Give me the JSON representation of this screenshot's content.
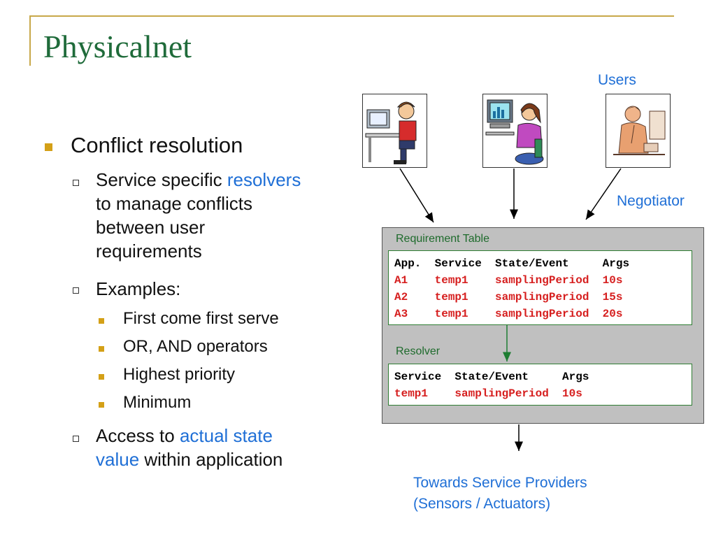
{
  "slide": {
    "title": "Physicalnet"
  },
  "bullets": {
    "main": "Conflict resolution",
    "sub1_pre": "Service specific ",
    "sub1_hl": "resolvers",
    "sub1_line2": "to manage conflicts",
    "sub1_line3": "between user",
    "sub1_line4": "requirements",
    "sub2": "Examples:",
    "examples": [
      "First come first serve",
      "OR, AND operators",
      "Highest priority",
      "Minimum"
    ],
    "sub3_pre": "Access to ",
    "sub3_hl1": "actual state",
    "sub3_hl2": "value",
    "sub3_post": " within application"
  },
  "diagram": {
    "users_label": "Users",
    "negotiator_label": "Negotiator",
    "req_table_label": "Requirement Table",
    "resolver_label": "Resolver",
    "req_header": "App.  Service  State/Event     Args",
    "req_rows": [
      "A1    temp1    samplingPeriod  10s",
      "A2    temp1    samplingPeriod  15s",
      "A3    temp1    samplingPeriod  20s"
    ],
    "res_header": "Service  State/Event     Args",
    "res_rows": [
      "temp1    samplingPeriod  10s"
    ],
    "providers_line1": "Towards Service Providers",
    "providers_line2": "(Sensors / Actuators)",
    "user_icons": [
      "user-at-computer-icon",
      "user-viewing-chart-icon",
      "user-at-desk-icon"
    ]
  },
  "colors": {
    "accent": "#1f6fd6",
    "title": "#1f6b3a",
    "bullet": "#d4a017",
    "red": "#d61f1f"
  }
}
